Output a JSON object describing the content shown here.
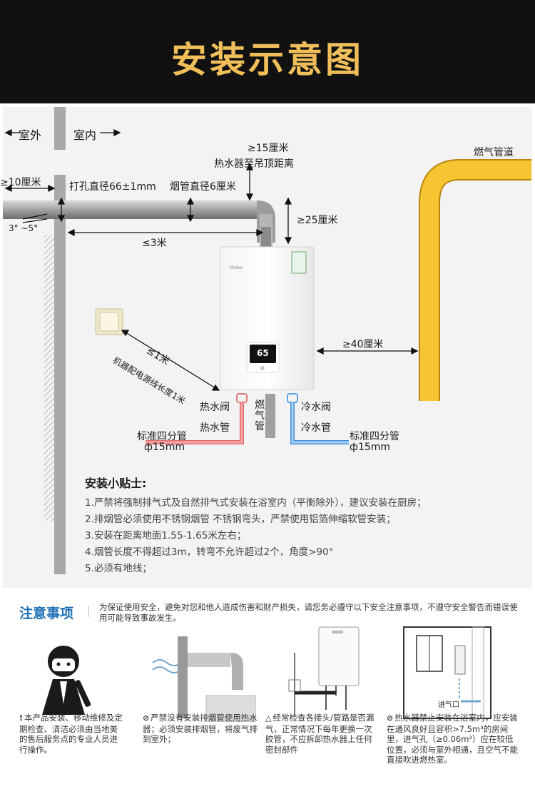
{
  "header": {
    "title": "安装示意图"
  },
  "diagram": {
    "outdoor": "室外",
    "indoor": "室内",
    "arrow_left": "←",
    "arrow_right": "→",
    "gas_pipe_label": "燃气管道",
    "clearance_ceiling": "≥15厘米",
    "clearance_ceiling_desc": "热水器至吊顶距离",
    "outside_length": "≥10厘米",
    "hole_diameter": "打孔直径66±1mm",
    "flue_diameter": "烟管直径6厘米",
    "slope": "3° ~5°",
    "flue_length": "≤3米",
    "side_clearance_top": "≥25厘米",
    "gas_clearance": "≥40厘米",
    "socket_distance": "≤1米",
    "cord_length": "机器配电源线长度1米",
    "hot_valve": "热水阀",
    "hot_pipe": "热水管",
    "gas_pipe_vertical": "燃气管",
    "cold_valve": "冷水阀",
    "cold_pipe": "冷水管",
    "std_left": "标准四分管",
    "std_right": "标准四分管",
    "phi_left": "ф15mm",
    "phi_right": "ф15mm",
    "brand": "Midea",
    "display_temp": "65"
  },
  "tips": {
    "title": "安装小贴士:",
    "items": [
      "1.严禁将强制排气式及自然排气式安装在浴室内（平衡除外），建议安装在厨房；",
      "2.排烟管必须使用不锈钢烟管 不锈钢弯头，严禁使用铝箔伸缩软管安装；",
      "3.安装在距离地面1.55-1.65米左右；",
      "4.烟管长度不得超过3m，转弯不允许超过2个，角度>90°",
      "5.必须有地线；"
    ]
  },
  "notice": {
    "title": "注意事项",
    "intro": "为保证使用安全，避免对您和他人造成伤害和财产损失，请您务必遵守以下安全注意事项，不遵守安全警告而错误使用可能导致事故发生。",
    "inlet_label": "进气口",
    "items": [
      {
        "icon": "!",
        "text": "本产品安装、移动维修及定期检查、清洁必须由当地美的售后服务点的专业人员进行操作。"
      },
      {
        "icon": "⊘",
        "text": "严禁没有安装排烟管使用热水器；必须安装排烟管，将废气排到室外；"
      },
      {
        "icon": "△",
        "text": "经常检查各接头/管路是否漏气，正常情况下每年更换一次胶管，不应拆卸热水器上任何密封部件"
      },
      {
        "icon": "⊘",
        "text": "热水器禁止安装在浴室内，应安装在通风良好且容积>7.5m³的房间里，进气孔（≥0.06m²）应在较低位置，必须与室外相通，且空气不能直接吹进燃热室。"
      }
    ]
  }
}
